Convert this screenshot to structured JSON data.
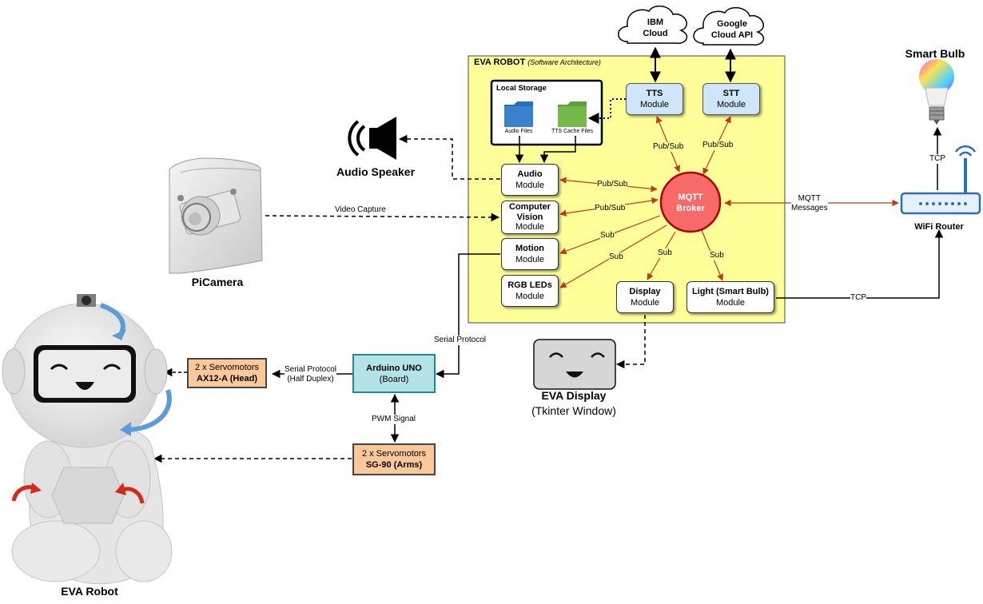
{
  "architecture": {
    "title": "EVA ROBOT",
    "subtitle": "(Software Architecture)",
    "local_storage": {
      "title": "Local Storage",
      "audio_files": "Audio Files",
      "tts_cache_files": "TTS Cache Files"
    },
    "broker": {
      "line1": "MQTT",
      "line2": "Broker"
    },
    "modules": {
      "audio": {
        "line1": "Audio",
        "line2": "Module"
      },
      "cv": {
        "line1": "Computer",
        "line2": "Vision",
        "line3": "Module"
      },
      "motion": {
        "line1": "Motion",
        "line2": "Module"
      },
      "rgb": {
        "line1": "RGB LEDs",
        "line2": "Module"
      },
      "display": {
        "line1": "Display",
        "line2": "Module"
      },
      "light": {
        "line1": "Light (Smart Bulb)",
        "line2": "Module"
      },
      "tts": {
        "line1": "TTS",
        "line2": "Module"
      },
      "stt": {
        "line1": "STT",
        "line2": "Module"
      }
    }
  },
  "clouds": {
    "ibm": {
      "line1": "IBM",
      "line2": "Cloud"
    },
    "google": {
      "line1": "Google",
      "line2": "Cloud API"
    }
  },
  "hardware": {
    "arduino": {
      "line1": "Arduino UNO",
      "line2": "(Board)"
    },
    "servo_head": {
      "line1": "2 x Servomotors",
      "line2": "AX12-A (Head)"
    },
    "servo_arms": {
      "line1": "2 x Servomotors",
      "line2": "SG-90 (Arms)"
    }
  },
  "captions": {
    "audio_speaker": "Audio Speaker",
    "picamera": "PiCamera",
    "eva_robot": "EVA Robot",
    "eva_display": "EVA Display",
    "eva_display_sub": "(Tkinter Window)",
    "smart_bulb": "Smart Bulb",
    "wifi_router": "WiFi Router"
  },
  "edge_labels": {
    "pub_sub": "Pub/Sub",
    "sub": "Sub",
    "video_capture": "Video Capture",
    "serial_protocol": "Serial Protocol",
    "serial_protocol_half_1": "Serial Protocol",
    "serial_protocol_half_2": "(Half Duplex)",
    "pwm_signal": "PWM Signal",
    "mqtt_messages_1": "MQTT",
    "mqtt_messages_2": "Messages",
    "tcp": "TCP"
  },
  "colors": {
    "panel": "#ffff99",
    "broker": "#f66a6a",
    "module_blue": "#cfe6fa",
    "servo_orange": "#fbc89a",
    "arduino_teal": "#b3e3e6",
    "arrow_red": "#c0391b",
    "folder_blue": "#2a6fba",
    "folder_green": "#77b84a"
  }
}
